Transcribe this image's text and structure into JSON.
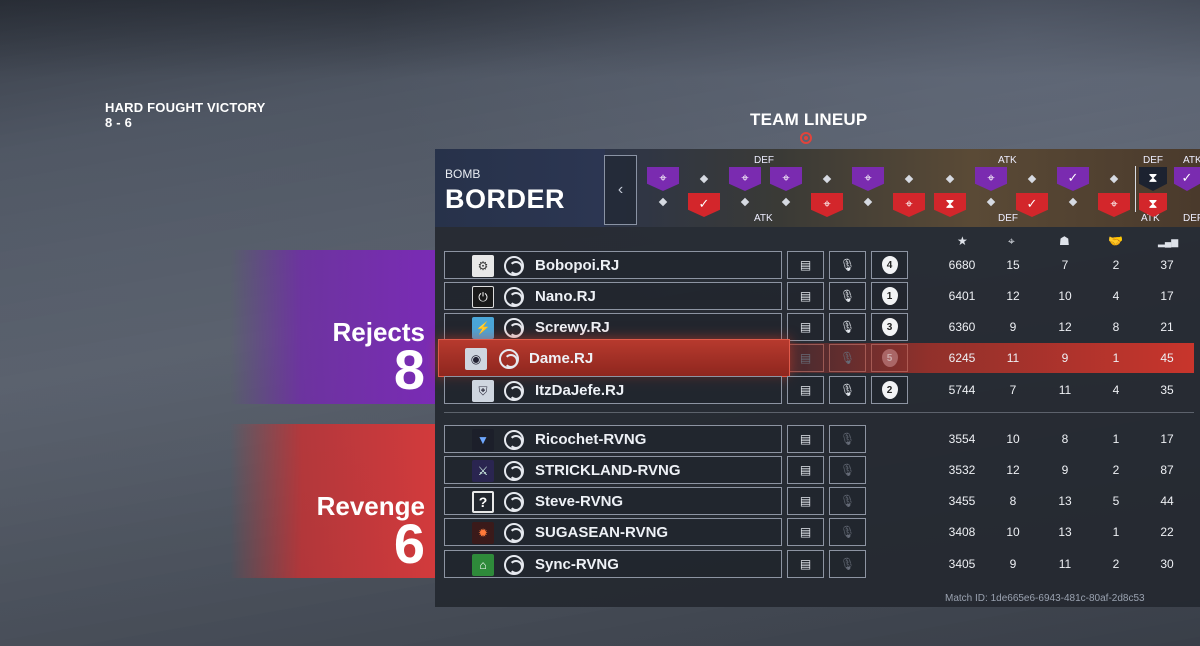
{
  "result": {
    "label": "HARD FOUGHT VICTORY",
    "score": "8 - 6"
  },
  "lineup": {
    "title": "TEAM LINEUP"
  },
  "map": {
    "mode": "BOMB",
    "name": "BORDER",
    "back_icon": "chevron-left-icon"
  },
  "rounds": {
    "top_labels": [
      "DEF",
      "ATK",
      "DEF",
      "ATK"
    ],
    "bottom_labels": [
      "ATK",
      "DEF",
      "ATK",
      "DEF"
    ]
  },
  "columns": {
    "score_icon": "★",
    "kills_icon": "⌖",
    "deaths_icon": "☗",
    "assists_icon": "🤝",
    "ping_icon": "▂▄▆"
  },
  "teams": [
    {
      "name": "Rejects",
      "score": "8",
      "color": "#7a2bb5"
    },
    {
      "name": "Revenge",
      "score": "6",
      "color": "#d23a3c"
    }
  ],
  "players": [
    {
      "name": "Bobopoi.RJ",
      "rank": "4",
      "score": "6680",
      "kills": "15",
      "deaths": "7",
      "assists": "2",
      "ping": "37"
    },
    {
      "name": "Nano.RJ",
      "rank": "1",
      "score": "6401",
      "kills": "12",
      "deaths": "10",
      "assists": "4",
      "ping": "17"
    },
    {
      "name": "Screwy.RJ",
      "rank": "3",
      "score": "6360",
      "kills": "9",
      "deaths": "12",
      "assists": "8",
      "ping": "21"
    },
    {
      "name": "Dame.RJ",
      "rank": "5",
      "score": "6245",
      "kills": "11",
      "deaths": "9",
      "assists": "1",
      "ping": "45"
    },
    {
      "name": "ItzDaJefe.RJ",
      "rank": "2",
      "score": "5744",
      "kills": "7",
      "deaths": "11",
      "assists": "4",
      "ping": "35"
    },
    {
      "name": "Ricochet-RVNG",
      "score": "3554",
      "kills": "10",
      "deaths": "8",
      "assists": "1",
      "ping": "17"
    },
    {
      "name": "STRICKLAND-RVNG",
      "score": "3532",
      "kills": "12",
      "deaths": "9",
      "assists": "2",
      "ping": "87"
    },
    {
      "name": "Steve-RVNG",
      "op": "?",
      "score": "3455",
      "kills": "8",
      "deaths": "13",
      "assists": "5",
      "ping": "44"
    },
    {
      "name": "SUGASEAN-RVNG",
      "score": "3408",
      "kills": "10",
      "deaths": "13",
      "assists": "1",
      "ping": "22"
    },
    {
      "name": "Sync-RVNG",
      "score": "3405",
      "kills": "9",
      "deaths": "11",
      "assists": "2",
      "ping": "30"
    }
  ],
  "match_id": "Match ID: 1de665e6-6943-481c-80af-2d8c53",
  "icons": {
    "chat": "▤",
    "mic": "🎙",
    "mic_muted": "🎙"
  }
}
